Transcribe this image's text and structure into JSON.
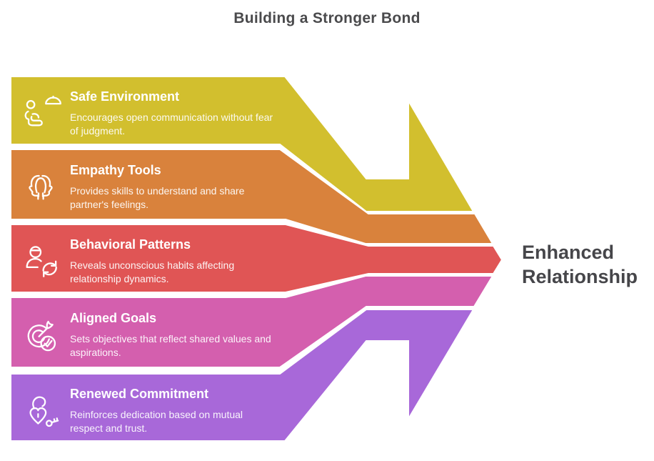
{
  "title": "Building a Stronger Bond",
  "result": {
    "label": "Enhanced Relationship"
  },
  "palette": {
    "background": "#ffffff",
    "title_text": "#4a4a4c",
    "result_text": "#46464a",
    "band_text": "#ffffff",
    "divider": "#ffffff"
  },
  "bands": [
    {
      "title": "Safe Environment",
      "description": "Encourages open communication without fear of judgment.",
      "lines": [
        "Encourages open communication without fear",
        "of judgment."
      ],
      "color": "#d2bf2e",
      "icon": "person-relaxing-chair-lamp-icon"
    },
    {
      "title": "Empathy Tools",
      "description": "Provides skills to understand and share partner's feelings.",
      "lines": [
        "Provides skills to understand and share",
        "partner's feelings."
      ],
      "color": "#d9823c",
      "icon": "two-profiles-empathy-icon"
    },
    {
      "title": "Behavioral Patterns",
      "description": "Reveals unconscious habits affecting relationship dynamics.",
      "lines": [
        "Reveals unconscious habits affecting",
        "relationship dynamics."
      ],
      "color": "#e05555",
      "icon": "person-refresh-cycle-icon"
    },
    {
      "title": "Aligned Goals",
      "description": "Sets objectives that reflect shared values and aspirations.",
      "lines": [
        "Sets objectives that reflect shared values and",
        "aspirations."
      ],
      "color": "#d45fae",
      "icon": "target-arrow-check-icon"
    },
    {
      "title": "Renewed Commitment",
      "description": "Reinforces dedication based on mutual respect and trust.",
      "lines": [
        "Reinforces dedication based on mutual",
        "respect and trust."
      ],
      "color": "#a868d9",
      "icon": "heart-lock-key-icon"
    }
  ]
}
